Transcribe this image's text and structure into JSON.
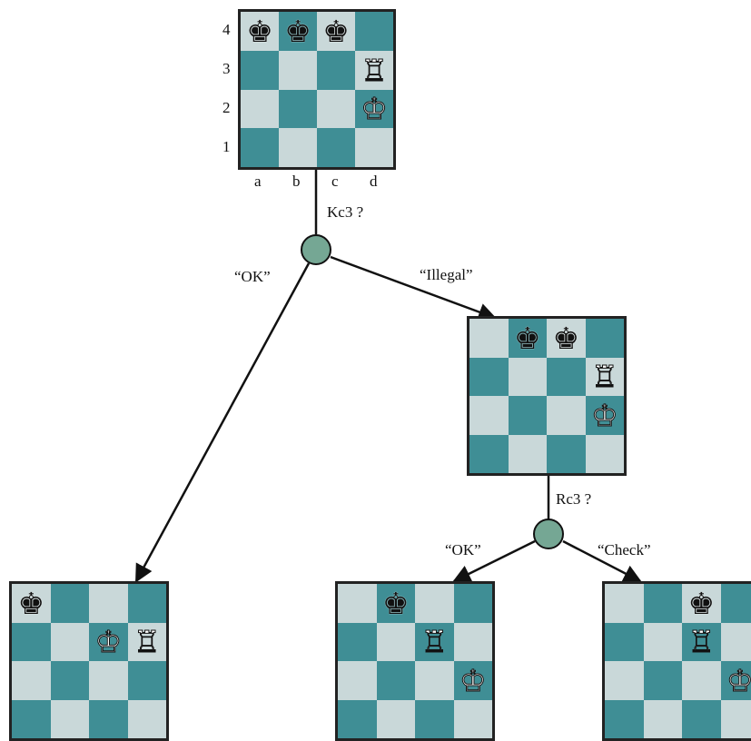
{
  "boards": {
    "root": {
      "squares": [
        [
          "black-king",
          "black-king",
          "black-king",
          ""
        ],
        [
          "",
          "",
          "",
          "white-rook"
        ],
        [
          "",
          "",
          "",
          "white-king"
        ],
        [
          "",
          "",
          "",
          ""
        ]
      ],
      "rank_labels": [
        "4",
        "3",
        "2",
        "1"
      ],
      "file_labels": [
        "a",
        "b",
        "c",
        "d"
      ]
    },
    "illegal": {
      "squares": [
        [
          "",
          "black-king",
          "black-king",
          ""
        ],
        [
          "",
          "",
          "",
          "white-rook"
        ],
        [
          "",
          "",
          "",
          "white-king"
        ],
        [
          "",
          "",
          "",
          ""
        ]
      ]
    },
    "ok_left": {
      "squares": [
        [
          "black-king",
          "",
          "",
          ""
        ],
        [
          "",
          "",
          "white-king",
          "white-rook"
        ],
        [
          "",
          "",
          "",
          ""
        ],
        [
          "",
          "",
          "",
          ""
        ]
      ]
    },
    "ok_middle": {
      "squares": [
        [
          "",
          "black-king",
          "",
          ""
        ],
        [
          "",
          "",
          "white-rook",
          ""
        ],
        [
          "",
          "",
          "",
          "white-king"
        ],
        [
          "",
          "",
          "",
          ""
        ]
      ]
    },
    "check_right": {
      "squares": [
        [
          "",
          "",
          "black-king",
          ""
        ],
        [
          "",
          "",
          "white-rook",
          ""
        ],
        [
          "",
          "",
          "",
          "white-king"
        ],
        [
          "",
          "",
          "",
          ""
        ]
      ]
    }
  },
  "moves": {
    "first": "Kc3 ?",
    "second": "Rc3 ?"
  },
  "edge_labels": {
    "ok_1": "“OK”",
    "illegal": "“Illegal”",
    "ok_2": "“OK”",
    "check": "“Check”"
  },
  "colors": {
    "dark_square": "#3f8e95",
    "light_square": "#c9d8d9",
    "node": "#75a794"
  },
  "pieces": {
    "black-king": "♚",
    "white-king": "♔",
    "white-rook": "♖"
  }
}
